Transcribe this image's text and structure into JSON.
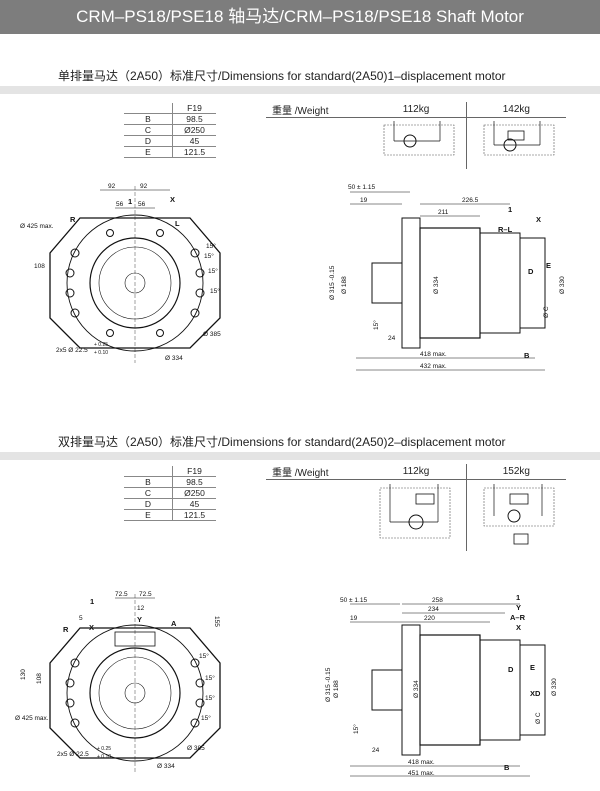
{
  "header": {
    "title": "CRM–PS18/PSE18 轴马达/CRM–PS18/PSE18 Shaft Motor"
  },
  "sections": [
    {
      "title": "单排量马达（2A50）标准尺寸/Dimensions for standard(2A50)1–displacement motor",
      "spec_table": {
        "header": "F19",
        "rows": [
          {
            "key": "B",
            "value": "98.5"
          },
          {
            "key": "C",
            "value": "Ø250"
          },
          {
            "key": "D",
            "value": "45"
          },
          {
            "key": "E",
            "value": "121.5"
          }
        ]
      },
      "weight": {
        "label": "重量 /Weight",
        "values": [
          "112kg",
          "142kg"
        ]
      },
      "front_view": {
        "dims": [
          "92",
          "92",
          "56",
          "56",
          "Ø 425 max.",
          "108",
          "Ø 385",
          "Ø 334"
        ],
        "letters": [
          "R",
          "X",
          "L",
          "1"
        ],
        "angles": [
          "15°",
          "15°",
          "15°",
          "15°"
        ],
        "bolt_main": "2x5 Ø 22.5",
        "bolt_tol_upper": "+ 0.25",
        "bolt_tol_lower": "+ 0.10"
      },
      "side_view": {
        "dims": [
          "50 ± 1.15",
          "19",
          "226.5",
          "211",
          "Ø 315 -0.15",
          "Ø 188",
          "Ø 334",
          "Ø 330",
          "Ø C",
          "15°",
          "24",
          "418 max.",
          "432 max."
        ],
        "letters": [
          "1",
          "X",
          "R–L",
          "E",
          "D",
          "B"
        ]
      }
    },
    {
      "title": "双排量马达（2A50）标准尺寸/Dimensions for standard(2A50)2–displacement motor",
      "spec_table": {
        "header": "F19",
        "rows": [
          {
            "key": "B",
            "value": "98.5"
          },
          {
            "key": "C",
            "value": "Ø250"
          },
          {
            "key": "D",
            "value": "45"
          },
          {
            "key": "E",
            "value": "121.5"
          }
        ]
      },
      "weight": {
        "label": "重量 /Weight",
        "values": [
          "112kg",
          "152kg"
        ]
      },
      "front_view": {
        "dims": [
          "72.5",
          "72.5",
          "12",
          "5",
          "130",
          "108",
          "155",
          "Ø 425 max.",
          "Ø 385",
          "Ø 334"
        ],
        "letters": [
          "1",
          "R",
          "X",
          "Y",
          "A"
        ],
        "angles": [
          "15°",
          "15°",
          "15°",
          "15°"
        ],
        "bolt_main": "2x5 Ø 22.5",
        "bolt_tol_upper": "+ 0.25",
        "bolt_tol_lower": "+ 0.10"
      },
      "side_view": {
        "dims": [
          "50 ± 1.15",
          "19",
          "258",
          "234",
          "220",
          "Ø 315 -0.15",
          "Ø 188",
          "Ø 334",
          "Ø 330",
          "Ø C",
          "15°",
          "24",
          "418 max.",
          "451 max."
        ],
        "letters": [
          "1",
          "Y",
          "A–R",
          "X",
          "E",
          "D",
          "XD",
          "B"
        ]
      }
    }
  ]
}
